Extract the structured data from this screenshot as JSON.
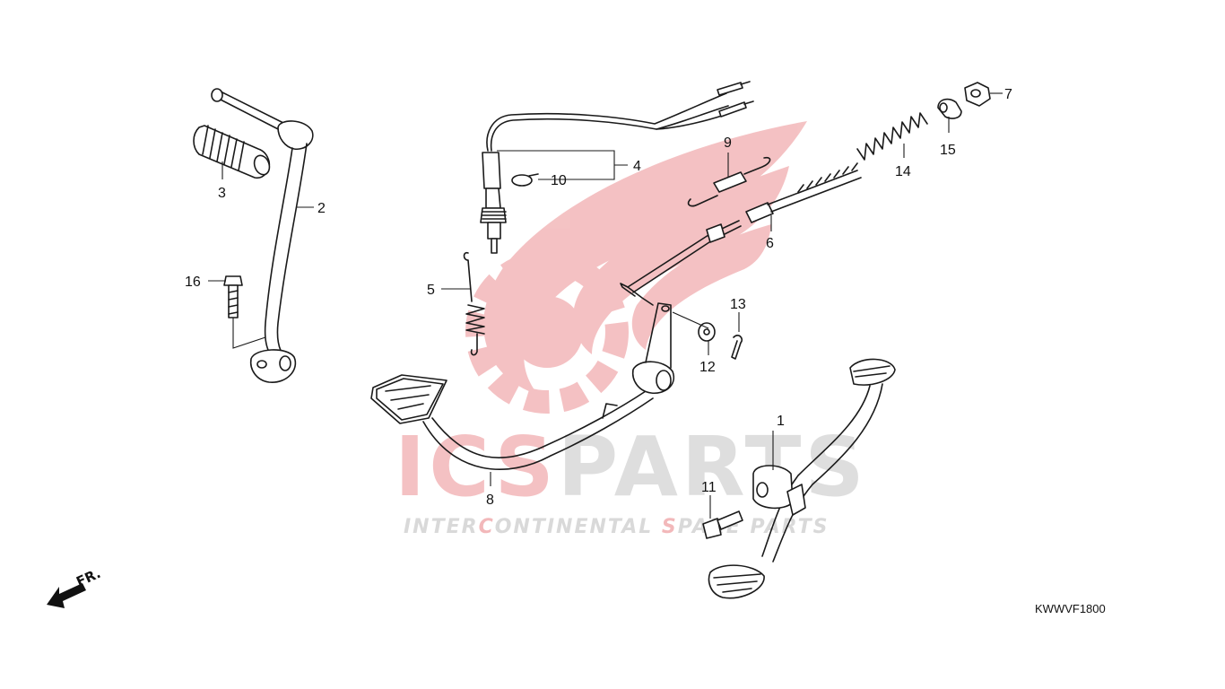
{
  "watermark": {
    "brand_red": "ICS",
    "brand_grey": "PARTS",
    "tag_pre": "INTER",
    "tag_c1": "C",
    "tag_mid": "ONTINENTAL ",
    "tag_s": "S",
    "tag_post": "PARE PARTS",
    "red": "#d9262b",
    "grey": "#8a8a8a"
  },
  "diagram": {
    "code": "KWWVF1800",
    "front_marker": "FR.",
    "callouts": [
      "1",
      "2",
      "3",
      "4",
      "5",
      "6",
      "7",
      "8",
      "9",
      "10",
      "11",
      "12",
      "13",
      "14",
      "15",
      "16"
    ]
  }
}
